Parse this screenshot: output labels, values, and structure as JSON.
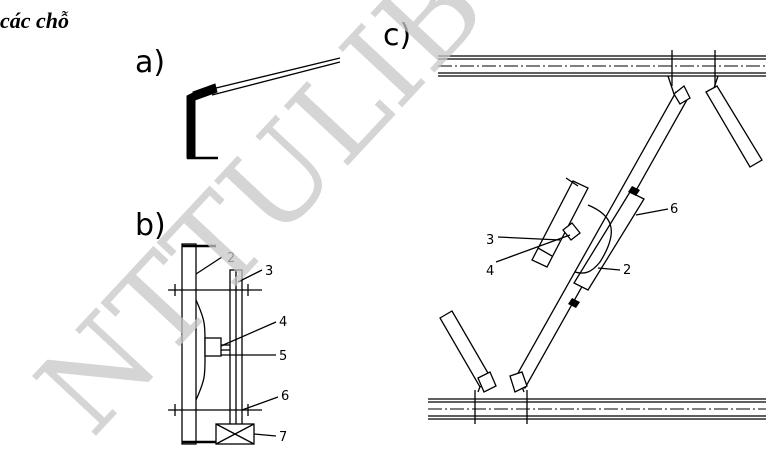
{
  "heading": "các chỗ",
  "watermark": "NTTULIB",
  "panels": {
    "a": "a)",
    "b": "b)",
    "c": "c)"
  },
  "labels_b": [
    "2",
    "3",
    "4",
    "5",
    "6",
    "7"
  ],
  "labels_c": [
    "6",
    "3",
    "4",
    "2"
  ]
}
